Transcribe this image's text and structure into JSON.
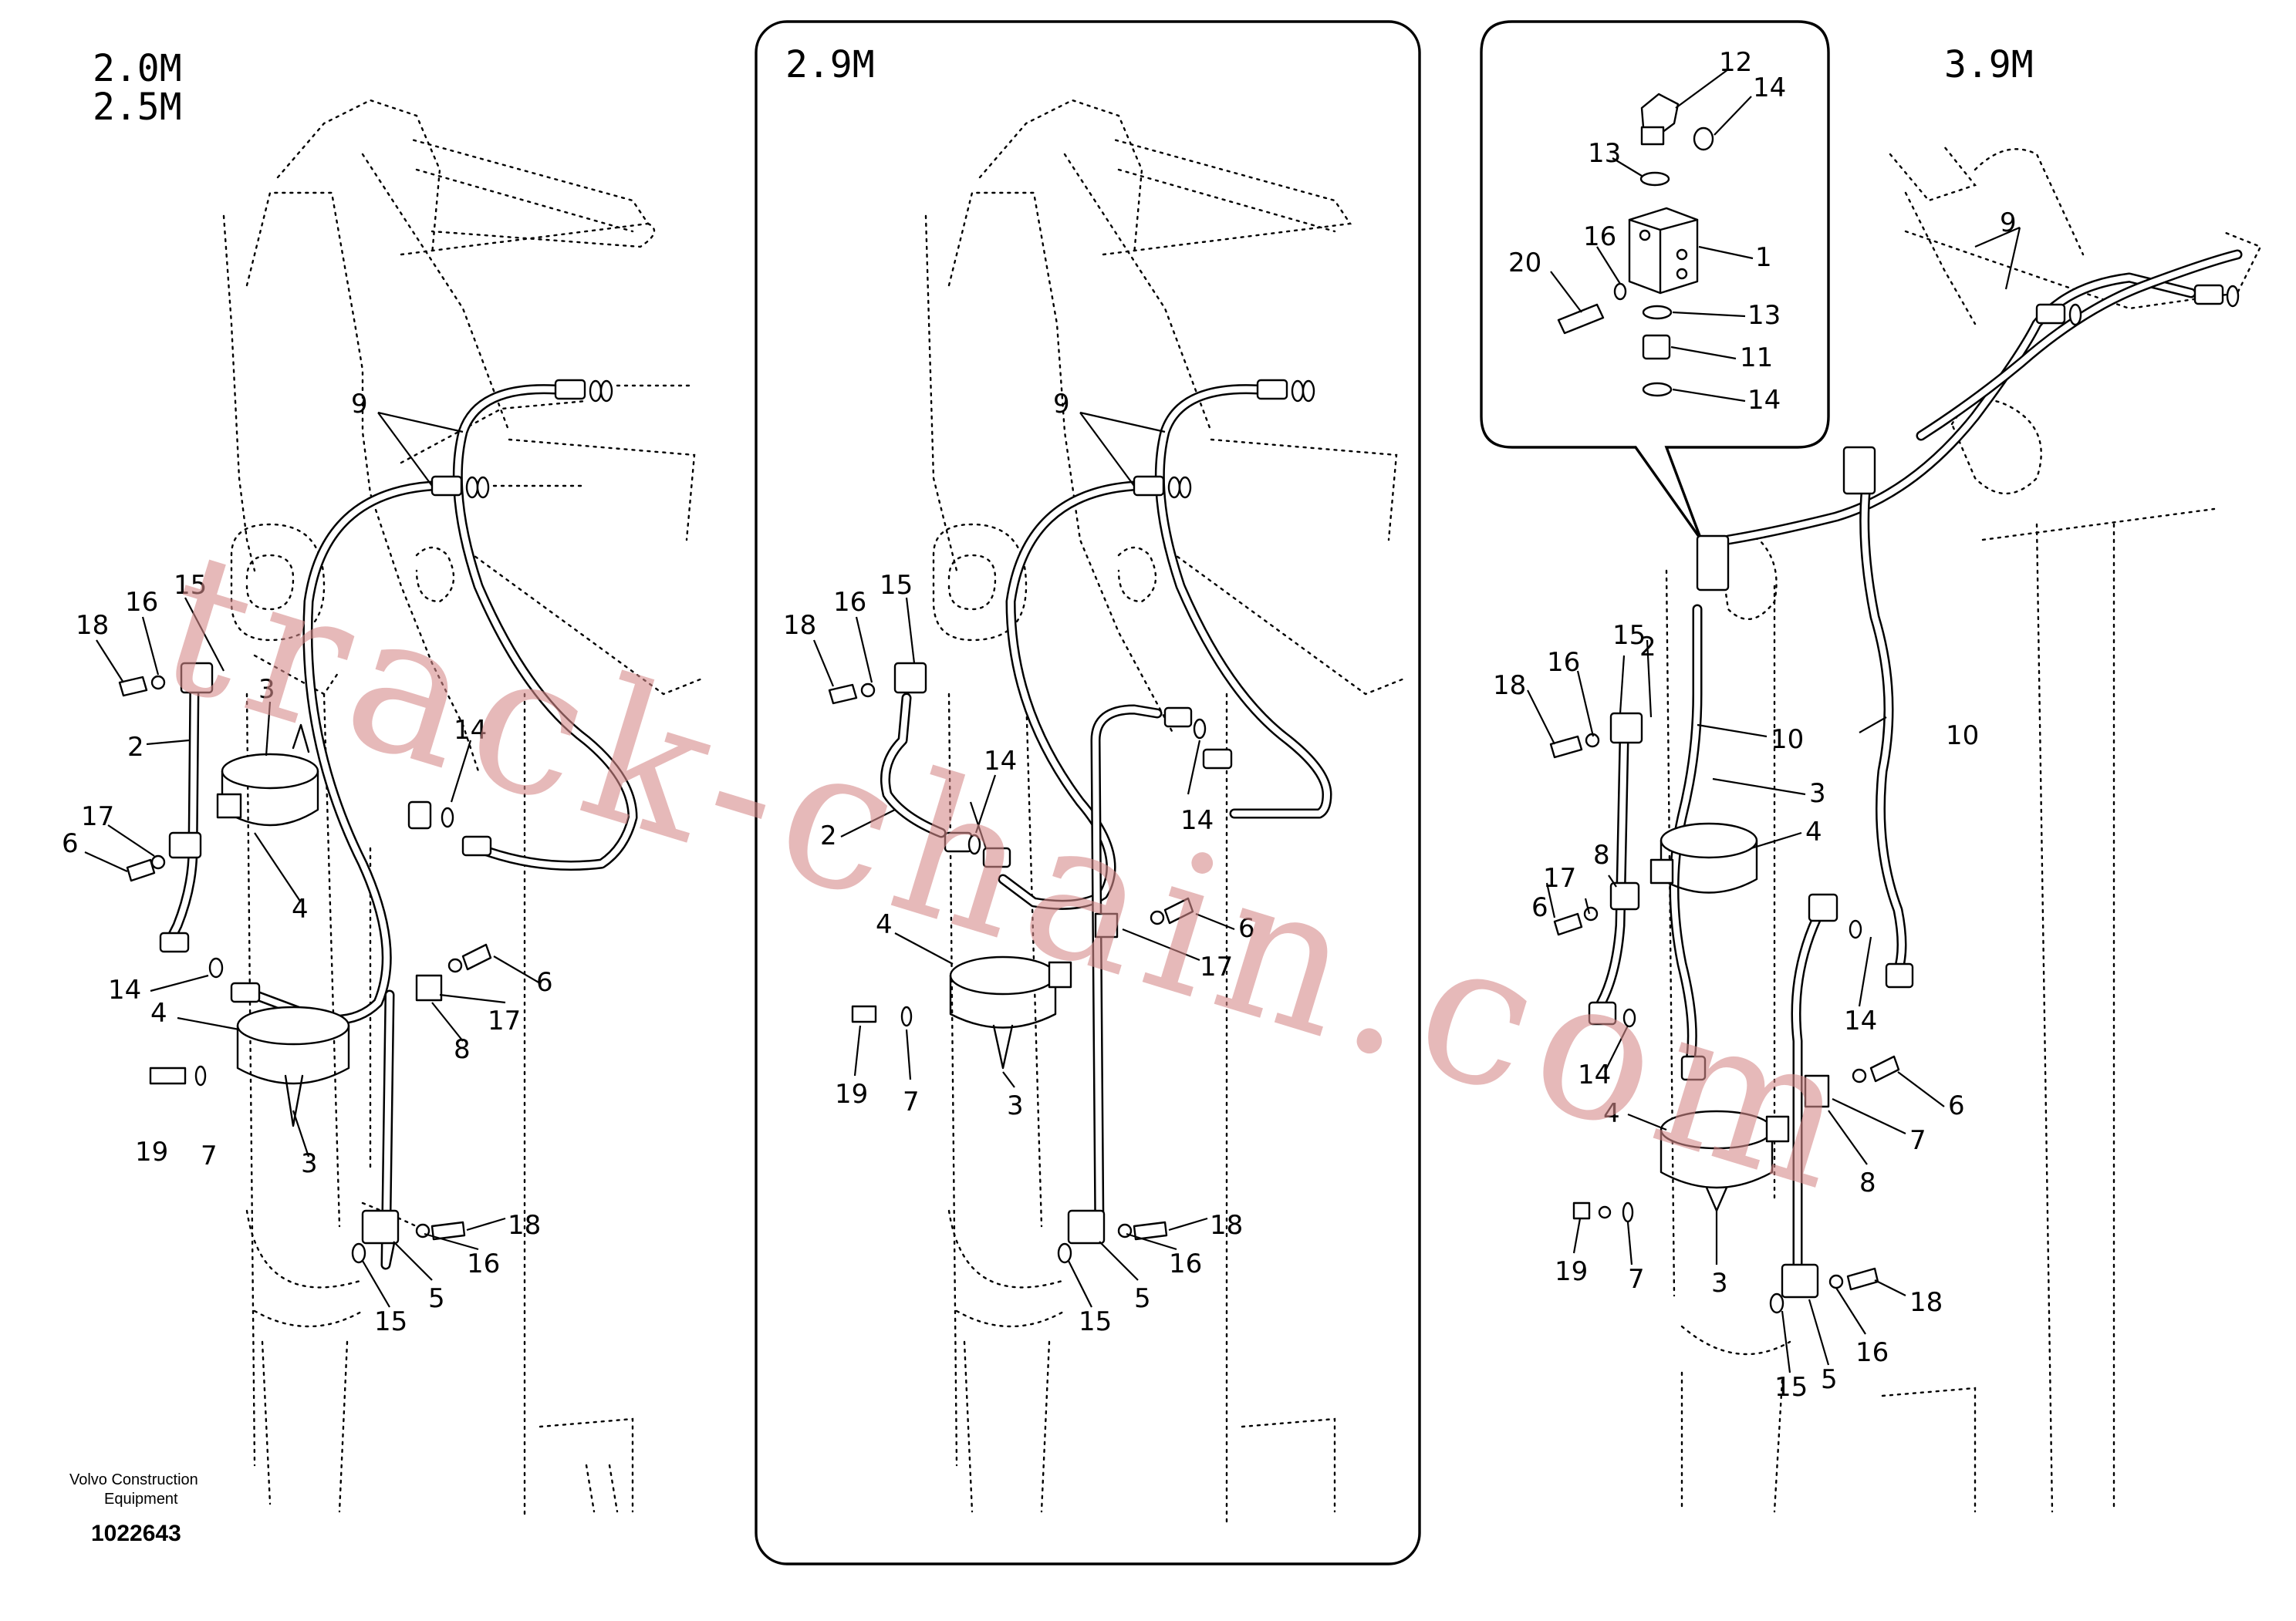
{
  "panels": {
    "left": {
      "models": [
        "2.0M",
        "2.5M"
      ]
    },
    "middle": {
      "models": [
        "2.9M"
      ]
    },
    "right": {
      "models": [
        "3.9M"
      ]
    }
  },
  "callouts": {
    "left": [
      "9",
      "18",
      "16",
      "15",
      "3",
      "2",
      "17",
      "6",
      "4",
      "14",
      "14",
      "4",
      "19",
      "7",
      "3",
      "6",
      "17",
      "8",
      "18",
      "16",
      "5",
      "15"
    ],
    "middle": [
      "9",
      "18",
      "16",
      "15",
      "14",
      "2",
      "14",
      "4",
      "6",
      "17",
      "19",
      "7",
      "3",
      "18",
      "16",
      "5",
      "15"
    ],
    "right": [
      "12",
      "14",
      "13",
      "16",
      "1",
      "20",
      "13",
      "11",
      "14",
      "9",
      "2",
      "15",
      "18",
      "16",
      "10",
      "10",
      "3",
      "4",
      "8",
      "17",
      "6",
      "14",
      "14",
      "4",
      "6",
      "7",
      "8",
      "19",
      "7",
      "3",
      "18",
      "16",
      "15",
      "5"
    ]
  },
  "footer": {
    "brand_line1": "Volvo Construction",
    "brand_line2": "Equipment",
    "drawing_number": "1022643"
  },
  "watermark": "track-chain.com"
}
